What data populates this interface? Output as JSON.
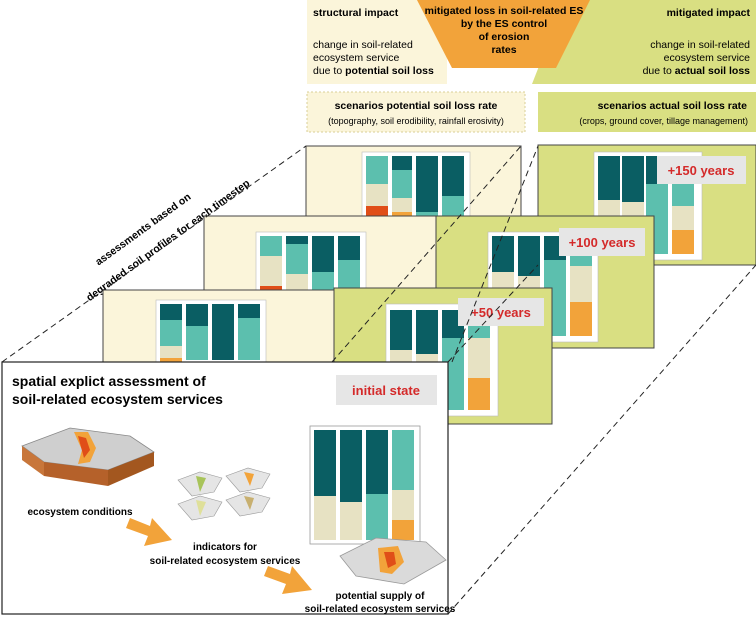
{
  "header": {
    "structural": {
      "title": "structural impact",
      "line1": "change in soil-related",
      "line2": "ecosystem service",
      "line3_prefix": "due to ",
      "line3_bold": "potential soil loss"
    },
    "mitigated_loss": {
      "line1": "mitigated loss in soil-related ES",
      "line2": "by the ES control",
      "line3": "of erosion",
      "line4": "rates"
    },
    "mitigated": {
      "title": "mitigated impact",
      "line1": "change in soil-related",
      "line2": "ecosystem service",
      "line3_prefix": "due to ",
      "line3_bold": "actual soil loss"
    },
    "scenario_potential": {
      "title": "scenarios potential soil loss rate",
      "detail": "(topography, soil erodibility, rainfall erosivity)"
    },
    "scenario_actual": {
      "title": "scenarios actual soil loss rate",
      "detail": "(crops, ground cover, tillage management)"
    }
  },
  "side_label": {
    "line1": "assessments based on",
    "line2": "degraded soil profiles for each timestep"
  },
  "timesteps": [
    "+150 years",
    "+100 years",
    "+50 years"
  ],
  "front_panel": {
    "title_line1": "spatial explict assessment of",
    "title_line2": "soil-related ecosystem services",
    "state_badge": "initial state",
    "label_conditions": "ecosystem conditions",
    "label_indicators_1": "indicators for",
    "label_indicators_2": "soil-related ecosystem services",
    "label_supply_1": "potential supply of",
    "label_supply_2": "soil-related ecosystem services"
  },
  "colors": {
    "structural_bg": "#fbf5da",
    "mitigated_bg": "#d9df82",
    "orange": "#f2a33a",
    "teal_dark": "#0a5e63",
    "teal_mid": "#5cbfae",
    "beige": "#e7e2c3",
    "red_orange": "#e04e18",
    "badge_red": "#d42a2a",
    "badge_bg": "#e6e6e6"
  }
}
